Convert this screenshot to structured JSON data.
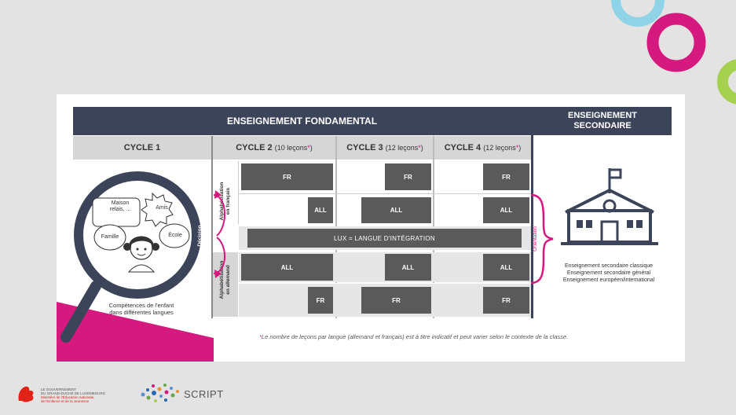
{
  "header": {
    "fondamental": "ENSEIGNEMENT FONDAMENTAL",
    "secondaire_line1": "ENSEIGNEMENT",
    "secondaire_line2": "SECONDAIRE"
  },
  "cycles": {
    "c1": "CYCLE 1",
    "c2": "CYCLE 2",
    "c2_lessons": "(10 leçons",
    "c3": "CYCLE 3",
    "c3_lessons": "(12 leçons",
    "c4": "CYCLE 4",
    "c4_lessons": "(12 leçons",
    "asterisk": "*",
    "close": ")"
  },
  "cycle1": {
    "bubble1": "Maison relais, ...",
    "bubble2": "Amis",
    "bubble3": "Famille",
    "bubble4": "École",
    "decision": "Décision",
    "caption_line1": "Compétences de l'enfant",
    "caption_line2": "dans différentes langues"
  },
  "side_labels": {
    "fr_line1": "Alphabétisation",
    "fr_line2": "en français",
    "de_line1": "Alphabétisation",
    "de_line2": "en allemand",
    "orientation": "Orientation"
  },
  "boxes": {
    "fr": "FR",
    "all": "ALL",
    "lux": "LUX = LANGUE D'INTÉGRATION"
  },
  "secondary": {
    "line1": "Enseignement secondaire classique",
    "line2": "Enseignement secondaire général",
    "line3": "Enseignement européen/international"
  },
  "footnote": {
    "star": "*",
    "text": "Le nombre de leçons par langue (allemand et français) est à titre indicatif et peut varier selon le contexte de la classe."
  },
  "logos": {
    "gov_line1": "LE GOUVERNEMENT",
    "gov_line2": "DU GRAND-DUCHÉ DE LUXEMBOURG",
    "gov_line3": "Ministère de l'Éducation nationale,",
    "gov_line4": "de l'Enfance et de la Jeunesse",
    "script": "SCRIPT"
  },
  "colors": {
    "header_bg": "#3b4458",
    "accent_pink": "#d6197f",
    "box_grey": "#5a5a5a",
    "teal": "#8fd3e6",
    "lime": "#a6d04f"
  }
}
